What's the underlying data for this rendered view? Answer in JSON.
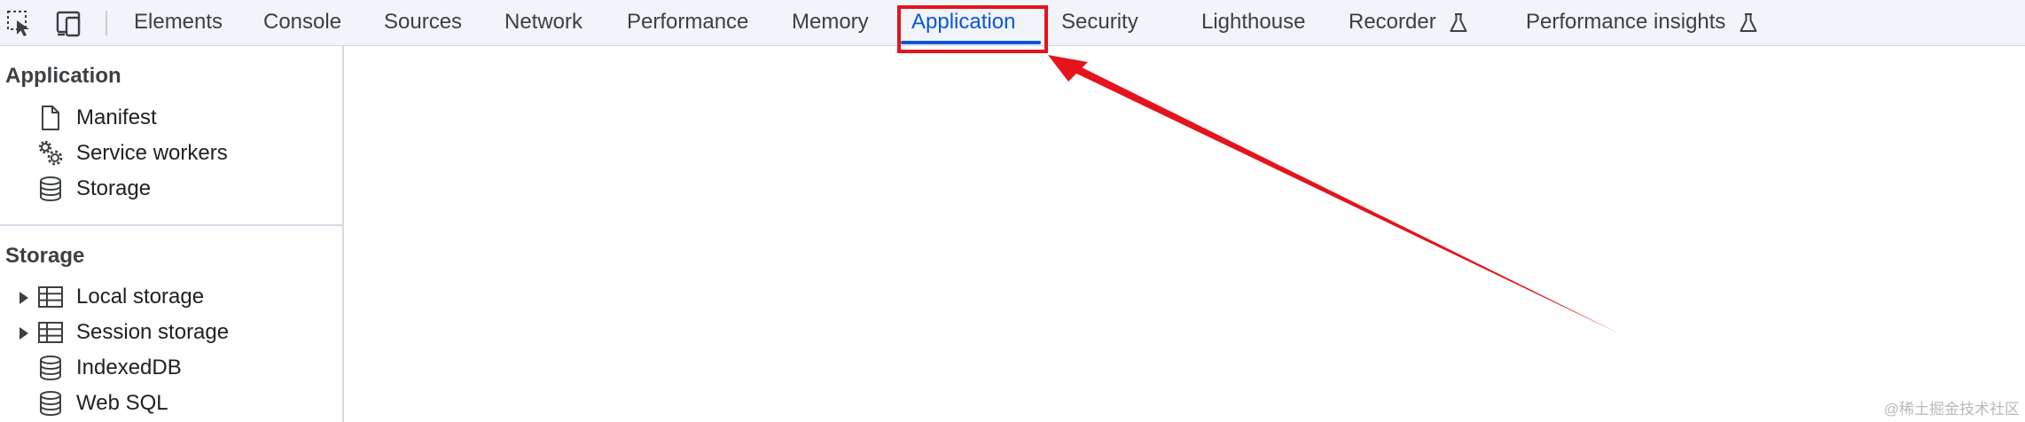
{
  "toolbar": {
    "icons": [
      "element-picker-icon",
      "device-toolbar-icon"
    ],
    "tabs": [
      {
        "label": "Elements",
        "active": false,
        "experimental": false
      },
      {
        "label": "Console",
        "active": false,
        "experimental": false
      },
      {
        "label": "Sources",
        "active": false,
        "experimental": false
      },
      {
        "label": "Network",
        "active": false,
        "experimental": false
      },
      {
        "label": "Performance",
        "active": false,
        "experimental": false
      },
      {
        "label": "Memory",
        "active": false,
        "experimental": false
      },
      {
        "label": "Application",
        "active": true,
        "experimental": false
      },
      {
        "label": "Security",
        "active": false,
        "experimental": false
      },
      {
        "label": "Lighthouse",
        "active": false,
        "experimental": false
      },
      {
        "label": "Recorder",
        "active": false,
        "experimental": true
      },
      {
        "label": "Performance insights",
        "active": false,
        "experimental": true
      }
    ]
  },
  "sidebar": {
    "application": {
      "title": "Application",
      "items": [
        {
          "label": "Manifest",
          "icon": "document-icon",
          "expandable": false
        },
        {
          "label": "Service workers",
          "icon": "gears-icon",
          "expandable": false
        },
        {
          "label": "Storage",
          "icon": "database-icon",
          "expandable": false
        }
      ]
    },
    "storage": {
      "title": "Storage",
      "items": [
        {
          "label": "Local storage",
          "icon": "table-icon",
          "expandable": true
        },
        {
          "label": "Session storage",
          "icon": "table-icon",
          "expandable": true
        },
        {
          "label": "IndexedDB",
          "icon": "database-icon",
          "expandable": false
        },
        {
          "label": "Web SQL",
          "icon": "database-icon",
          "expandable": false
        }
      ]
    }
  },
  "annotation": {
    "color": "#e5141c",
    "target": "Application tab"
  },
  "colors": {
    "toolbar_bg": "#f1f4f9",
    "active_tab": "#0b57d0",
    "annotation": "#e5141c"
  },
  "watermark": "@稀土掘金技术社区"
}
